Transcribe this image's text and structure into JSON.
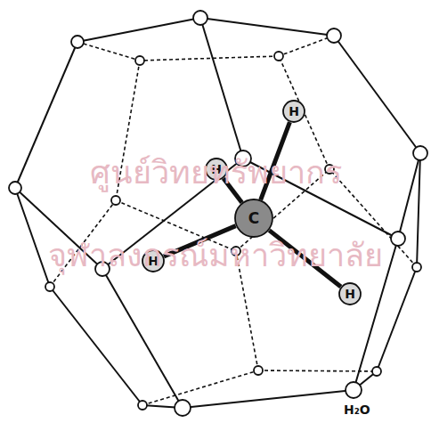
{
  "diagram": {
    "nodes": [
      {
        "text": [
          "H"
        ]
      },
      {
        "text": [
          "H"
        ]
      },
      {
        "text": [
          "C"
        ]
      },
      {
        "text": [
          "H"
        ]
      },
      {
        "text": [
          "H"
        ]
      }
    ],
    "edges": [
      {
        "from": 2,
        "to": 0,
        "arrow": "none"
      },
      {
        "from": 2,
        "to": 1,
        "arrow": "none"
      },
      {
        "from": 2,
        "to": 3,
        "arrow": "none"
      },
      {
        "from": 2,
        "to": 4,
        "arrow": "none"
      }
    ],
    "labels": [
      "H₂O",
      "ศูนย์วิทยทรัพยากร",
      "จุฬาลงกรณ์มหาวิทยาลัย"
    ]
  }
}
